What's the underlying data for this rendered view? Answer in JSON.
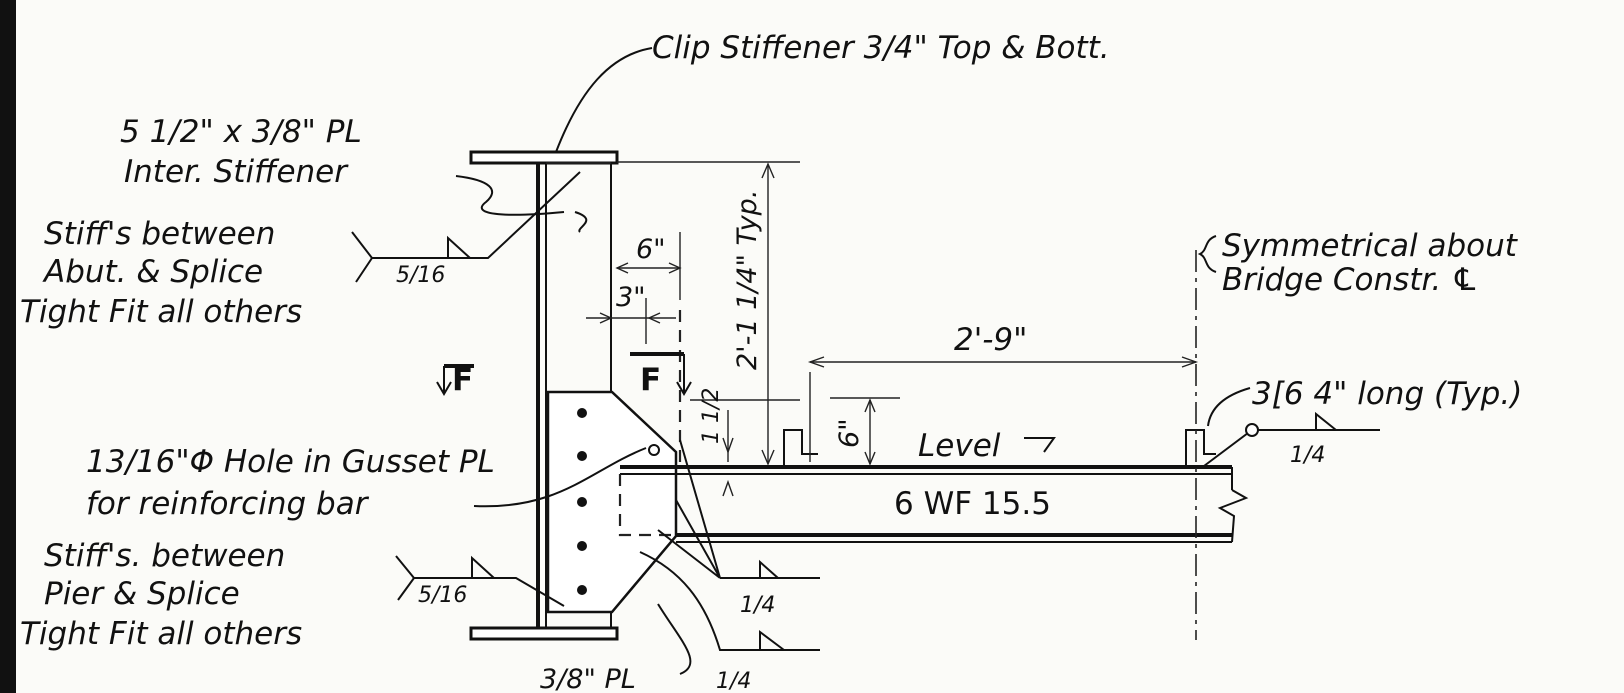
{
  "labels": {
    "clip_stiffener": "Clip Stiffener 3/4\" Top & Bott.",
    "inter_stiffener_size": "5 1/2\" x 3/8\" PL",
    "inter_stiffener": "Inter. Stiffener",
    "stiffs_abut_1": "Stiff's between",
    "stiffs_abut_2": "Abut. & Splice",
    "stiffs_abut_3": "Tight Fit all others",
    "stiffs_pier_1": "Stiff's. between",
    "stiffs_pier_2": "Pier & Splice",
    "stiffs_pier_3": "Tight Fit all others",
    "hole_1": "13/16\"Φ Hole in Gusset PL",
    "hole_2": "for reinforcing bar",
    "symmetrical_1": "Symmetrical about",
    "symmetrical_2": "Bridge Constr. ℄",
    "channel_note": "3[6  4\" long (Typ.)",
    "level": "Level",
    "beam_section": "6 WF 15.5",
    "gusset_plate": "3/8\" PL",
    "section_mark_left": "F",
    "section_mark_right": "F"
  },
  "dimensions": {
    "six_top": "6\"",
    "three": "3\"",
    "one_half": "1 1/2",
    "depth_typ": "2'-1 1/4\" Typ.",
    "six_vertical": "6\"",
    "span": "2'-9\""
  },
  "welds": {
    "abut_weld": "5/16",
    "pier_weld": "5/16",
    "gusset_weld": "1/4",
    "bottom_weld": "1/4",
    "channel_weld": "1/4"
  }
}
